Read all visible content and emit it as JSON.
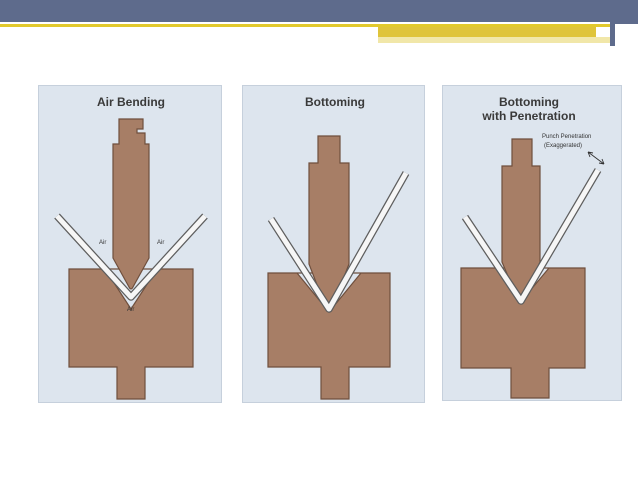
{
  "panels": [
    {
      "title": "Air Bending",
      "labels": [
        "Air",
        "Air",
        "Air"
      ]
    },
    {
      "title": "Bottoming"
    },
    {
      "title_line1": "Bottoming",
      "title_line2": "with Penetration",
      "annotation_line1": "Punch Penetration",
      "annotation_line2": "(Exaggerated)"
    }
  ],
  "colors": {
    "die": "#a77e66",
    "die_stroke": "#6f4f3d",
    "panel_bg": "#dde5ee",
    "header": "#5e6b8c",
    "accent": "#e2c92c"
  }
}
